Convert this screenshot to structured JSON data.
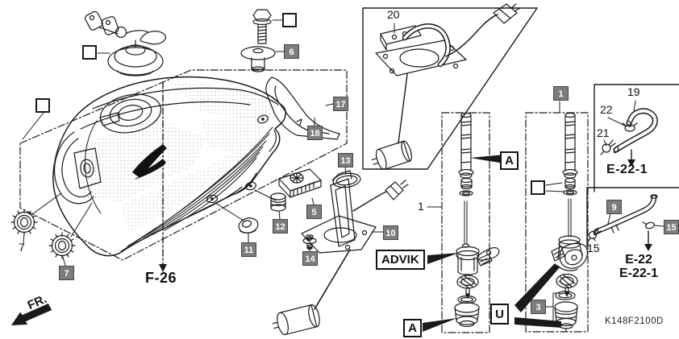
{
  "figure": {
    "code": "K148F2100D"
  },
  "callouts": {
    "boxed": [
      "6",
      "17",
      "18",
      "13",
      "5",
      "12",
      "11",
      "14",
      "10",
      "7",
      "1",
      "9",
      "15",
      "3"
    ],
    "plain": [
      "20",
      "19",
      "22",
      "21",
      "1",
      "7",
      "15"
    ]
  },
  "markers": {
    "a_top": "A",
    "a_bottom": "A",
    "u": "U"
  },
  "labels": {
    "advik": "ADVIK",
    "f26": "F-26",
    "fr": "FR.",
    "e22_hose": "E-22-1",
    "e22_line1": "E-22",
    "e22_line2": "E-22-1"
  },
  "colors": {
    "line": "#1a1a1a",
    "callout_bg": "#7d7d7d",
    "callout_text": "#ffffff",
    "background": "#ffffff"
  }
}
